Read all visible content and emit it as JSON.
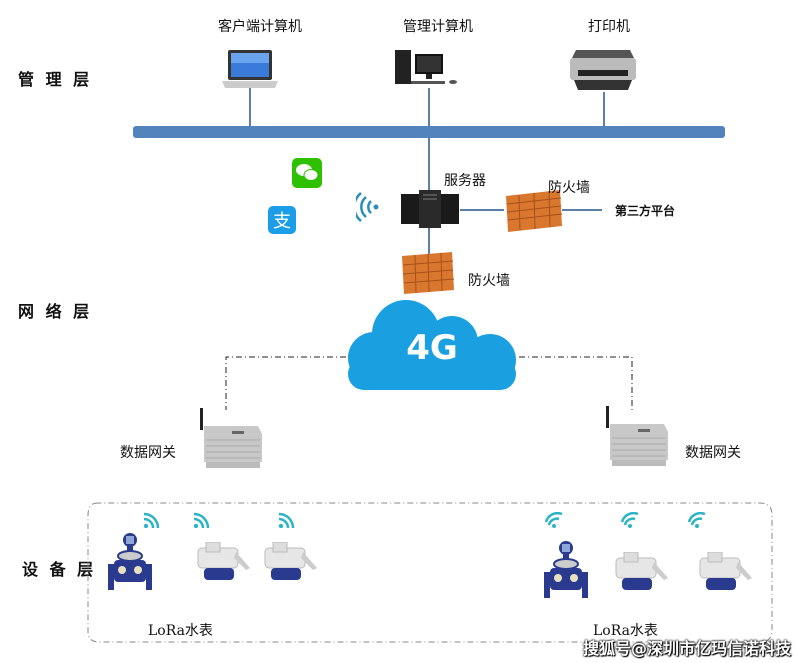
{
  "layers": {
    "management": "管 理 层",
    "network": "网 络 层",
    "device": "设 备 层"
  },
  "management": {
    "client_pc": "客户端计算机",
    "admin_pc": "管理计算机",
    "printer": "打印机"
  },
  "server": {
    "label": "服务器",
    "firewall_right": "防火墙",
    "firewall_bottom": "防火墙",
    "third_party": "第三方平台"
  },
  "network": {
    "cloud_label": "4G",
    "gateway_left": "数据网关",
    "gateway_right": "数据网关"
  },
  "devices": {
    "meters_left_label": "LoRa水表",
    "meters_right_label": "LoRa水表"
  },
  "watermark": "搜狐号@深圳市亿玛信诺科技",
  "colors": {
    "bus": "#5b7fa6",
    "cloud": "#1aa0e0",
    "wechat": "#2dc100",
    "alipay": "#1b9de8",
    "brick": "#d9772e",
    "wifi": "#2bb3c8"
  }
}
